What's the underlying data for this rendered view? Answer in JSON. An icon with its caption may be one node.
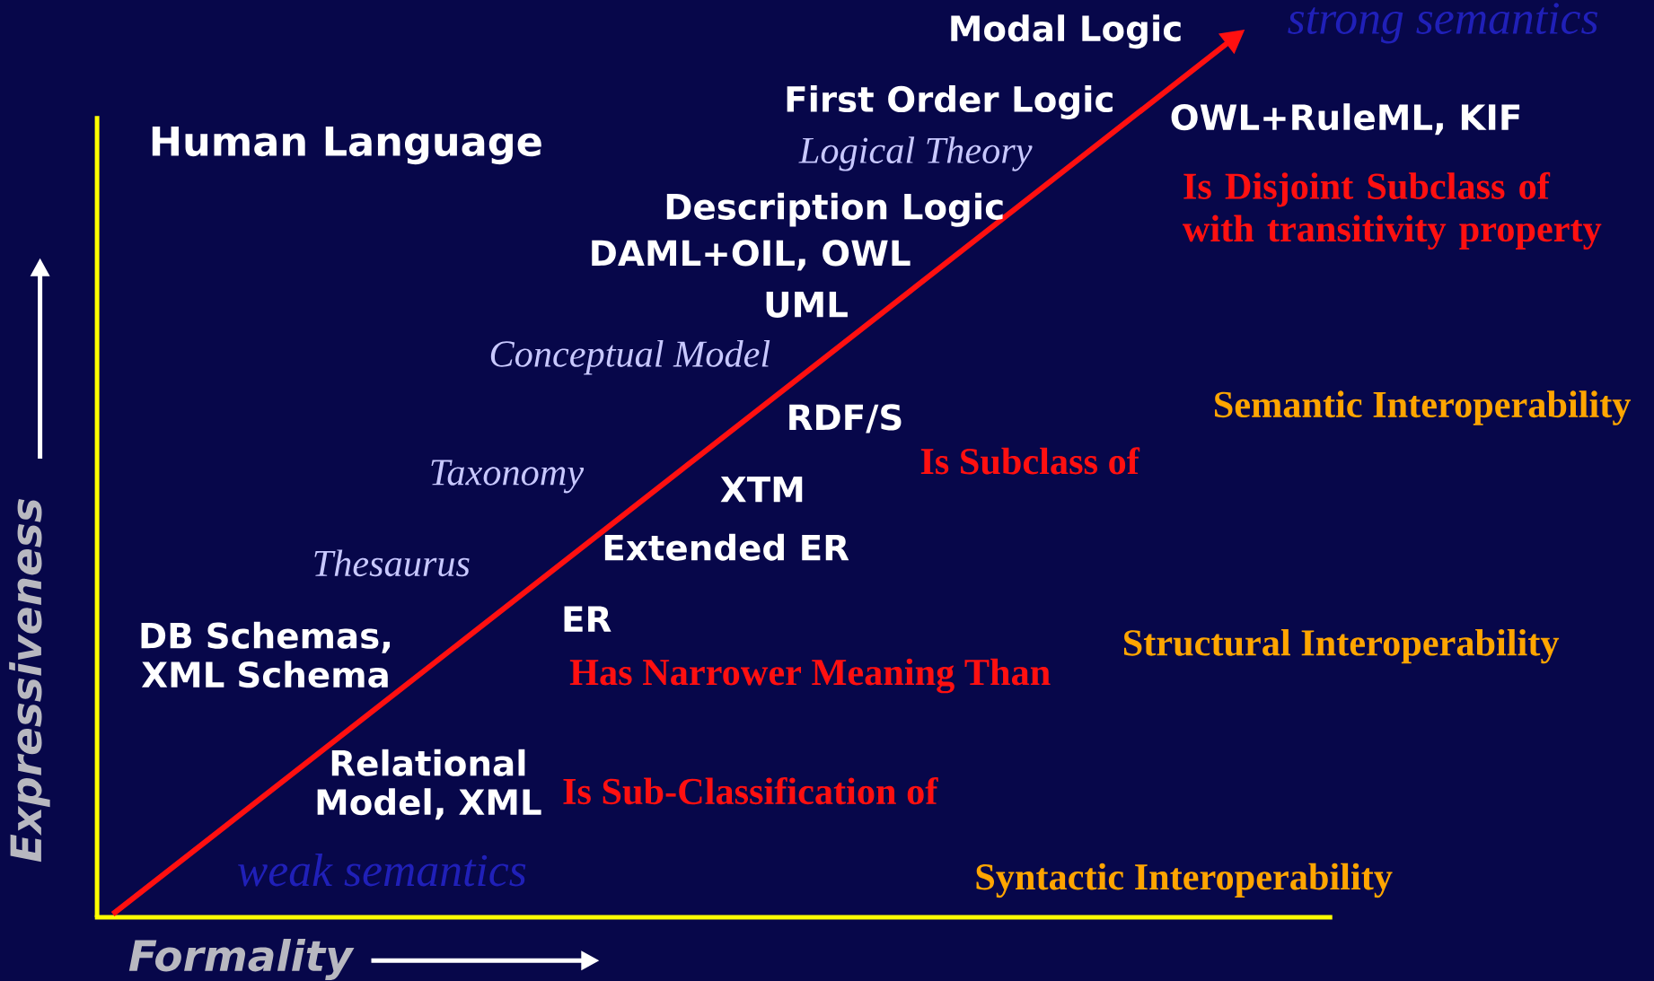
{
  "diagram": {
    "labels": [
      "strong semantics",
      "Modal Logic",
      "First Order Logic",
      "OWL+RuleML, KIF",
      "Human Language",
      "Logical Theory",
      "Is Disjoint Subclass of with transitivity property",
      "Description Logic",
      "DAML+OIL, OWL",
      "UML",
      "Conceptual Model",
      "Semantic Interoperability",
      "RDF/S",
      "Is Subclass of",
      "Taxonomy",
      "XTM",
      "Extended ER",
      "Thesaurus",
      "DB Schemas, XML Schema",
      "ER",
      "Structural Interoperability",
      "Has Narrower Meaning Than",
      "Relational Model, XML",
      "Is Sub-Classification of",
      "weak semantics",
      "Syntactic Interoperability",
      "Expressiveness",
      "Formality"
    ]
  }
}
